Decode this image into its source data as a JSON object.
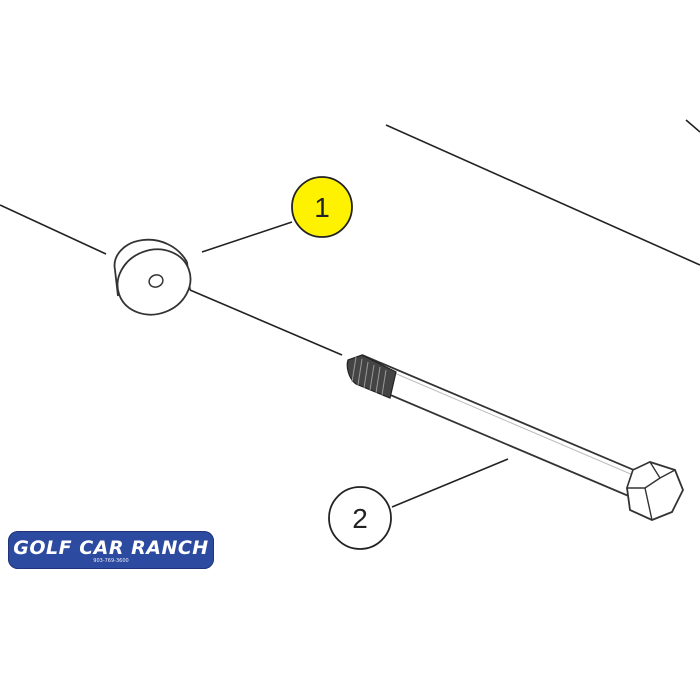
{
  "callouts": [
    {
      "label": "1",
      "highlight": true,
      "fill": "#fff200"
    },
    {
      "label": "2",
      "highlight": false,
      "fill": "#ffffff"
    }
  ],
  "parts": [
    {
      "callout": "1",
      "shape": "spacer-washer"
    },
    {
      "callout": "2",
      "shape": "hex-bolt"
    }
  ],
  "logo": {
    "text": "GOLF CAR RANCH",
    "phone": "903-769-3600",
    "background": "#2c4aa0"
  },
  "colors": {
    "line": "#222222",
    "highlight": "#fff200"
  }
}
